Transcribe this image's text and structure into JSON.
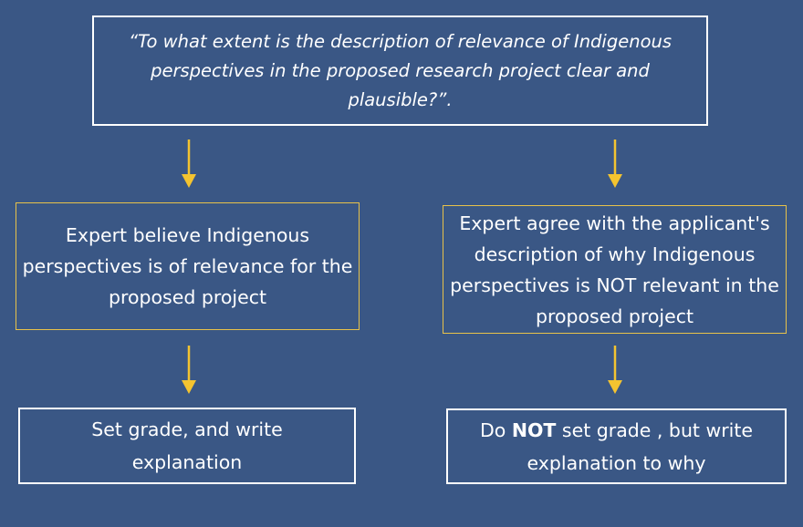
{
  "question": {
    "text": "“To what extent is the description of relevance of Indigenous perspectives in the proposed research project clear and plausible?”."
  },
  "left_branch": {
    "condition": "Expert believe Indigenous perspectives is of relevance for the  proposed project",
    "action": "Set grade, and write explanation"
  },
  "right_branch": {
    "condition": "Expert agree with the applicant's description of why Indigenous perspectives is NOT relevant in the proposed project",
    "action_prefix": "Do ",
    "action_emphasis": "NOT",
    "action_suffix": " set grade , but write explanation to why"
  },
  "colors": {
    "background": "#3a5785",
    "text": "#ffffff",
    "box_border_white": "#ffffff",
    "box_border_yellow": "#e8c24a",
    "arrow": "#f4c430"
  }
}
